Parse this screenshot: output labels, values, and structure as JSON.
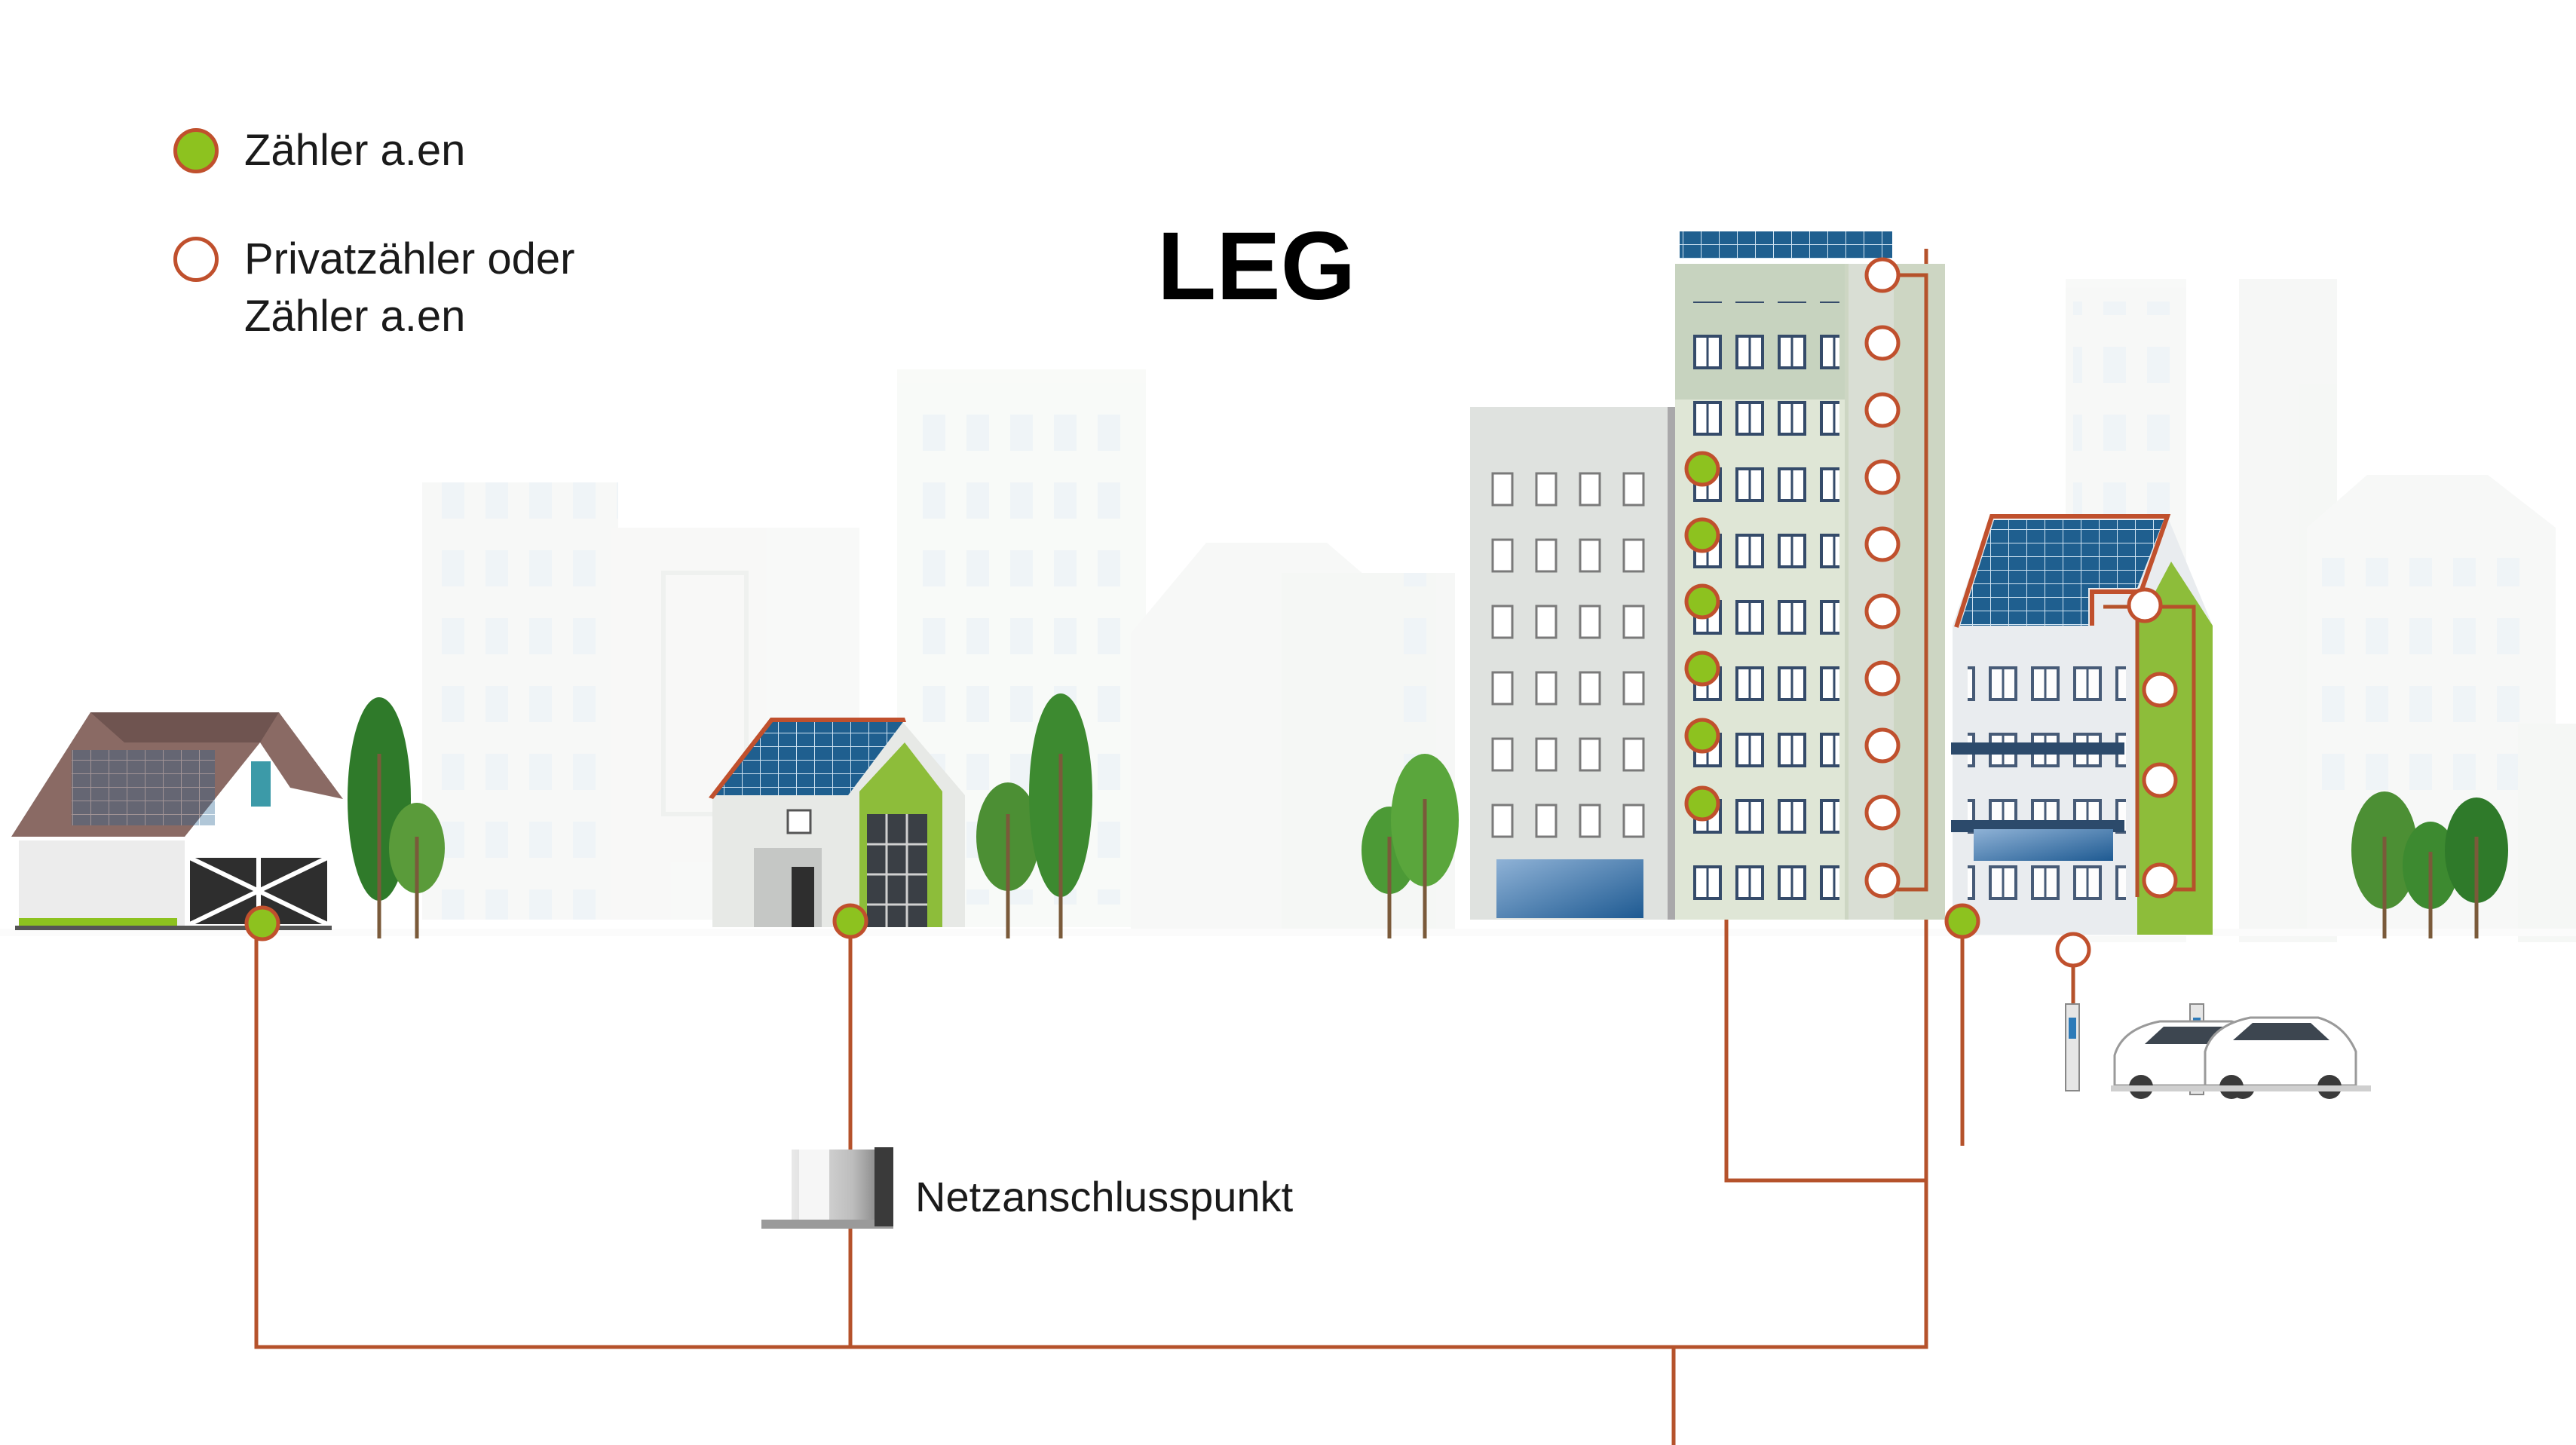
{
  "title": "LEG",
  "legend": {
    "items": [
      {
        "label": "Zähler a.en",
        "fill": "#8dc21f",
        "stroke": "#c0502d"
      },
      {
        "label": "Privatzähler oder\nZähler a.en",
        "fill": "#ffffff",
        "stroke": "#c0502d"
      }
    ]
  },
  "network": {
    "connection_point_label": "Netzanschlusspunkt",
    "line_color": "#b5522b"
  },
  "colors": {
    "meter_green": "#8dc21f",
    "meter_stroke": "#c0502d",
    "tree_green": "#3f8a2e",
    "solar_blue": "#1f5f8f",
    "building_grey": "#d3d8cf",
    "accent_green": "#8dbd3a"
  }
}
